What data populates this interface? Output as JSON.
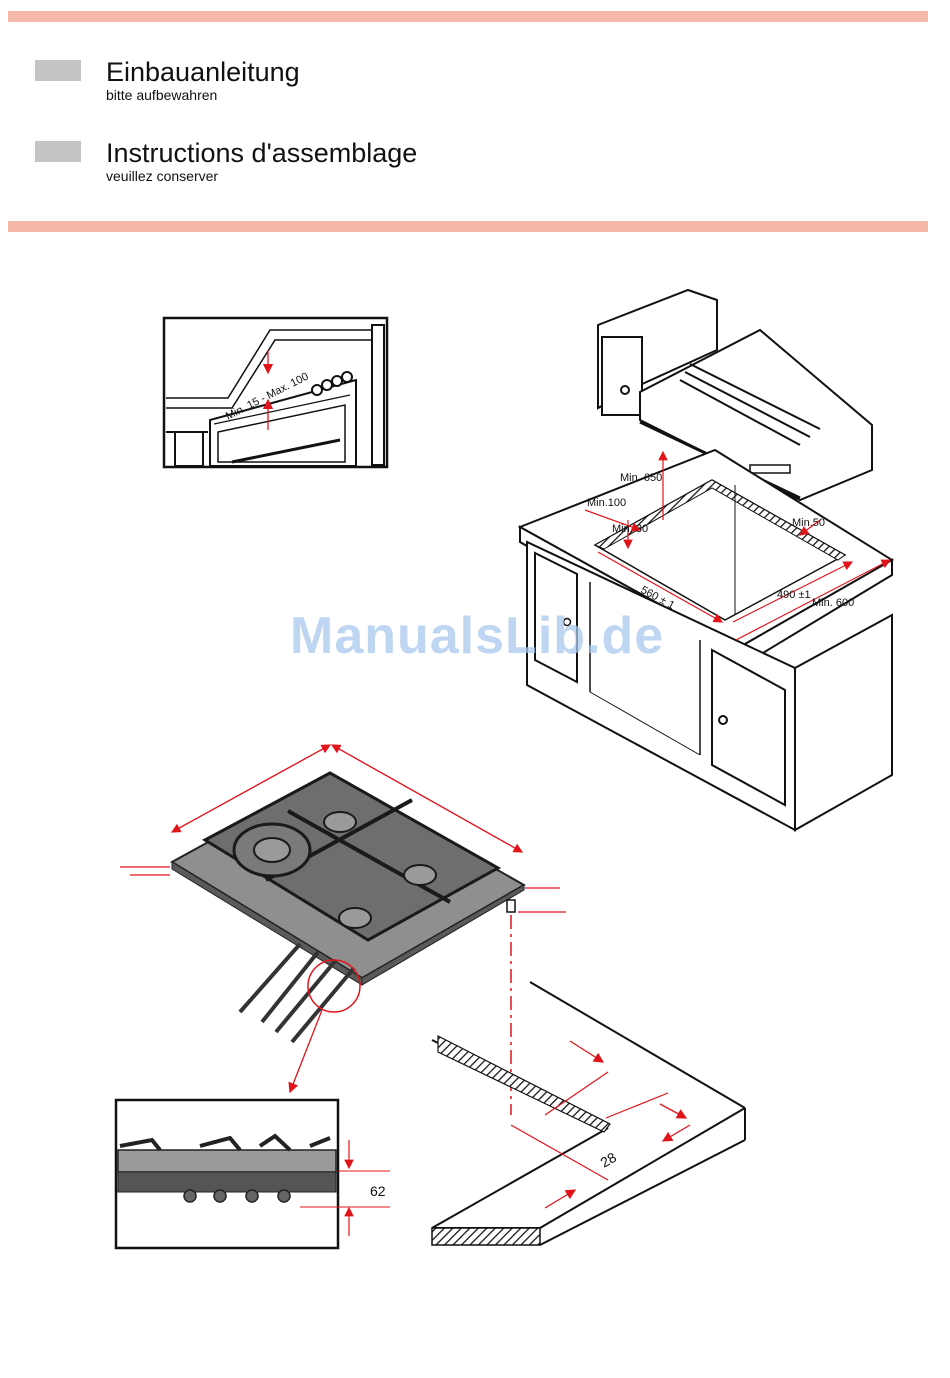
{
  "header": {
    "sections": [
      {
        "title": "Einbauanleitung",
        "subtitle": "bitte aufbewahren"
      },
      {
        "title": "Instructions d'assemblage",
        "subtitle": "veuillez conserver"
      }
    ]
  },
  "watermark": "ManualsLib.de",
  "figures": {
    "oven_gap": {
      "label": "Min. 15 - Max. 100"
    },
    "cabinet": {
      "labels": {
        "min650": "Min. 650",
        "min100": "Min.100",
        "min30": "Min. 30",
        "min50": "Min.50",
        "dim560": "560 ± 1",
        "dim490": "490 ±1",
        "min600": "Min. 600"
      }
    },
    "detail": {
      "label": "62"
    },
    "cutout": {
      "label": "28"
    }
  },
  "colors": {
    "band": "#f6b8a8",
    "swatch": "#c4c4c4",
    "dimension": "#e2141b",
    "watermark": "#a9c9ee"
  }
}
